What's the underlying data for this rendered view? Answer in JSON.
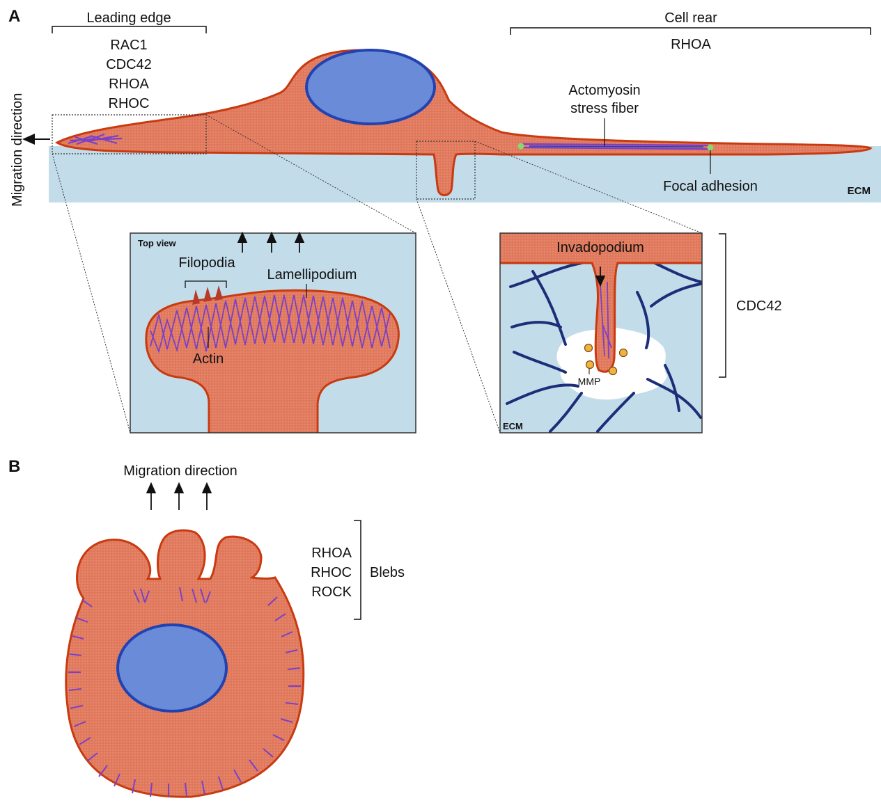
{
  "colors": {
    "cell_fill": "#e0785c",
    "cell_outline": "#c83a10",
    "nucleus_fill": "#6a8cd8",
    "nucleus_outline": "#2242b0",
    "ecm": "#c3dcea",
    "actin": "#7a40c8",
    "ecm_fiber": "#1c2e78",
    "mmp": "#f0b340",
    "focal_adhesion": "#8cd86a"
  },
  "panel_a": {
    "letter": "A",
    "leading_edge": {
      "title": "Leading edge",
      "proteins": [
        "RAC1",
        "CDC42",
        "RHOA",
        "RHOC"
      ]
    },
    "cell_rear": {
      "title": "Cell rear",
      "protein": "RHOA"
    },
    "migration_direction": "Migration direction",
    "stress_fiber": [
      "Actomyosin",
      "stress fiber"
    ],
    "focal_adhesion": "Focal adhesion",
    "ecm": "ECM",
    "top_view_inset": {
      "tag": "Top view",
      "filopodia": "Filopodia",
      "lamellipodium": "Lamellipodium",
      "actin": "Actin"
    },
    "invado_inset": {
      "invadopodium": "Invadopodium",
      "mmp": "MMP",
      "ecm": "ECM",
      "regulator": "CDC42"
    }
  },
  "panel_b": {
    "letter": "B",
    "migration_direction": "Migration direction",
    "proteins": [
      "RHOA",
      "RHOC",
      "ROCK"
    ],
    "blebs": "Blebs"
  }
}
